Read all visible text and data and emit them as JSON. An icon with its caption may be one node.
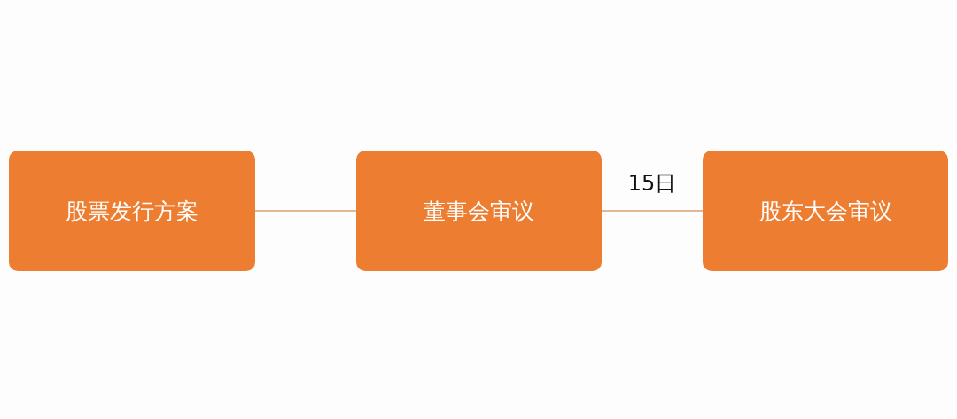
{
  "diagram": {
    "nodes": [
      {
        "text": [
          "股票发行方案"
        ]
      },
      {
        "text": [
          "董事会审议"
        ]
      },
      {
        "text": [
          "股东大会审议"
        ]
      }
    ],
    "edges": [
      {
        "from": 0,
        "to": 1,
        "arrow": "none"
      },
      {
        "from": 1,
        "to": 2,
        "arrow": "none",
        "label": "15日"
      }
    ]
  }
}
